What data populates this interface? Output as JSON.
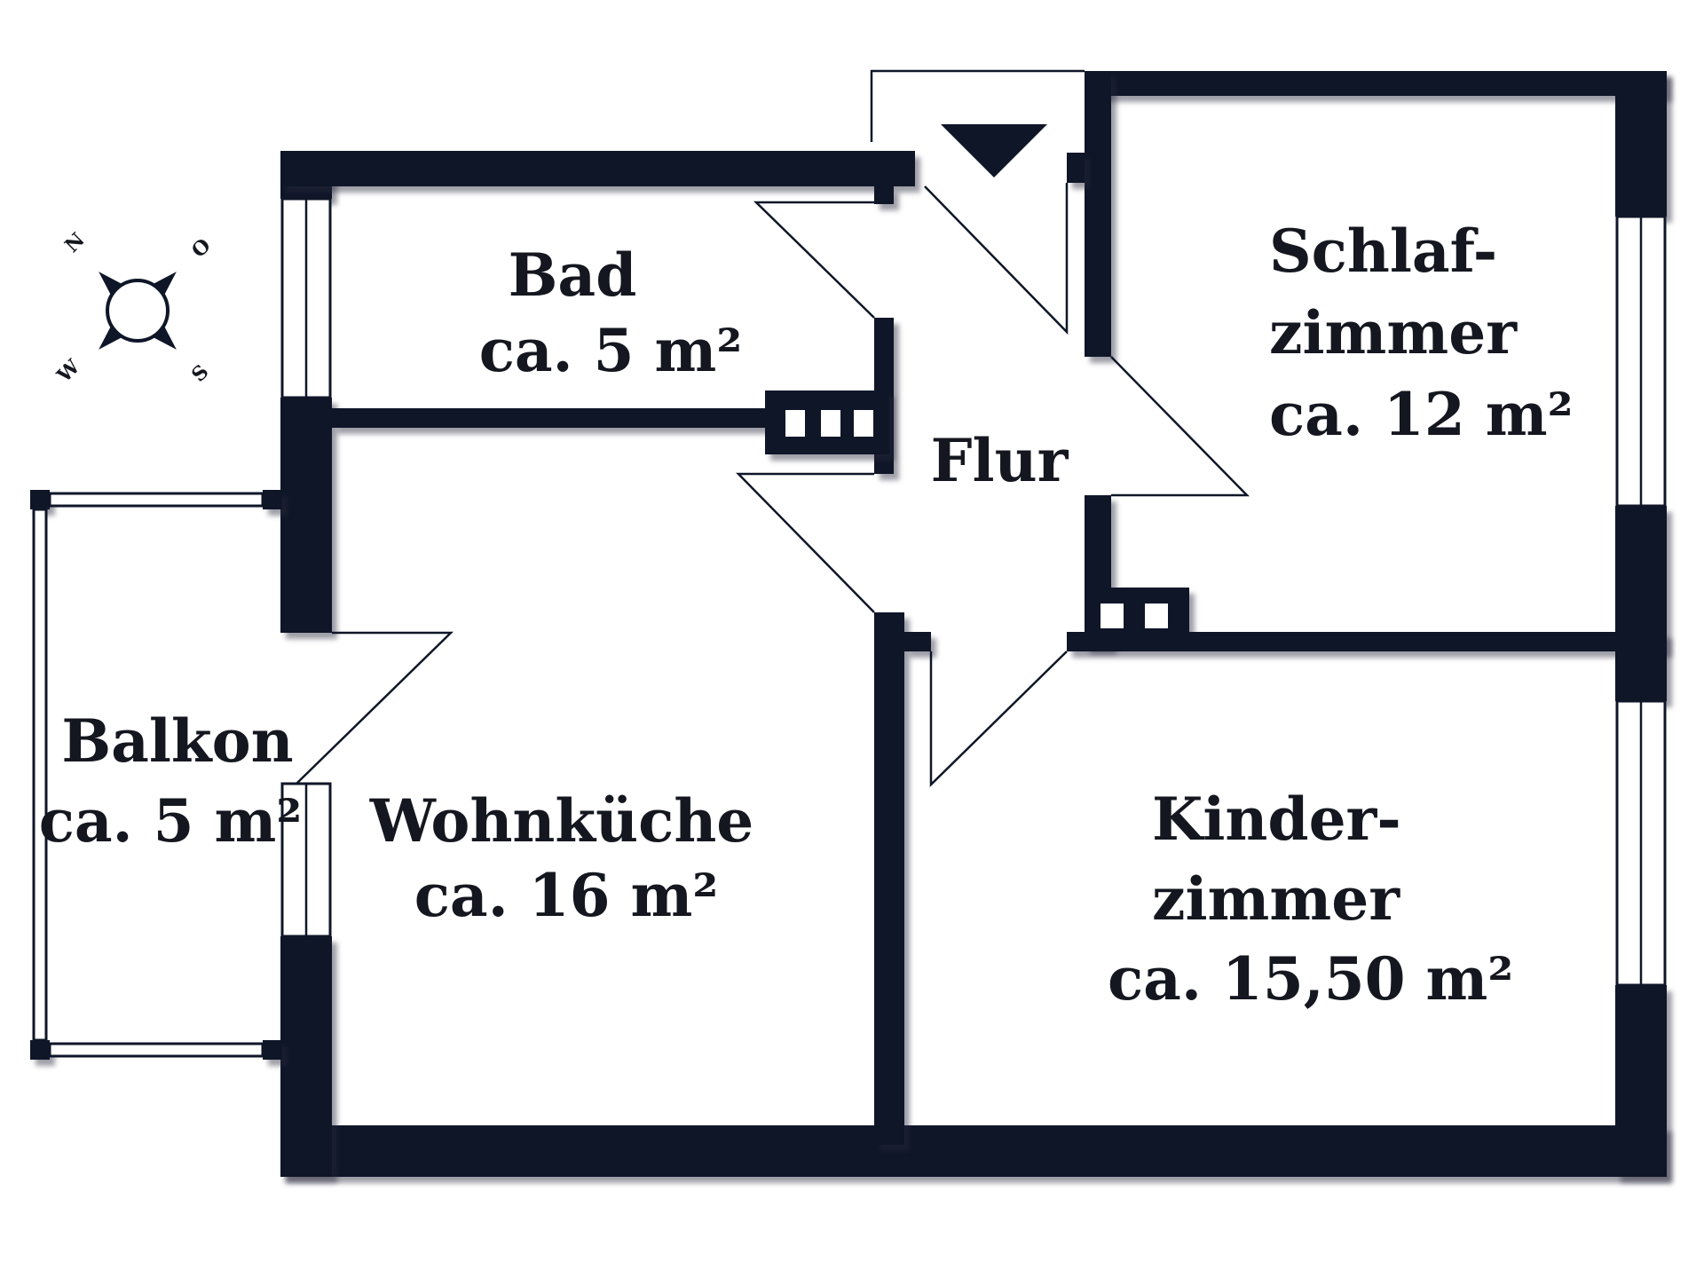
{
  "colors": {
    "wall": "#0f1628",
    "background": "#ffffff"
  },
  "compass": {
    "north": "N",
    "east": "O",
    "south": "S",
    "west": "W"
  },
  "rooms": {
    "bad": {
      "name": "Bad",
      "area": "ca. 5 m²"
    },
    "schlafzimmer": {
      "name_line1": "Schlaf-",
      "name_line2": "zimmer",
      "area": "ca. 12 m²"
    },
    "flur": {
      "name": "Flur"
    },
    "balkon": {
      "name": "Balkon",
      "area": "ca. 5 m²"
    },
    "wohnkueche": {
      "name": "Wohnküche",
      "area": "ca. 16 m²"
    },
    "kinderzimmer": {
      "name_line1": "Kinder-",
      "name_line2": "zimmer",
      "area": "ca. 15,50 m²"
    }
  },
  "icons": {
    "entrance": "entrance-arrow-icon",
    "compass": "compass-rose-icon",
    "shaft": "ventilation-shaft-icon"
  }
}
